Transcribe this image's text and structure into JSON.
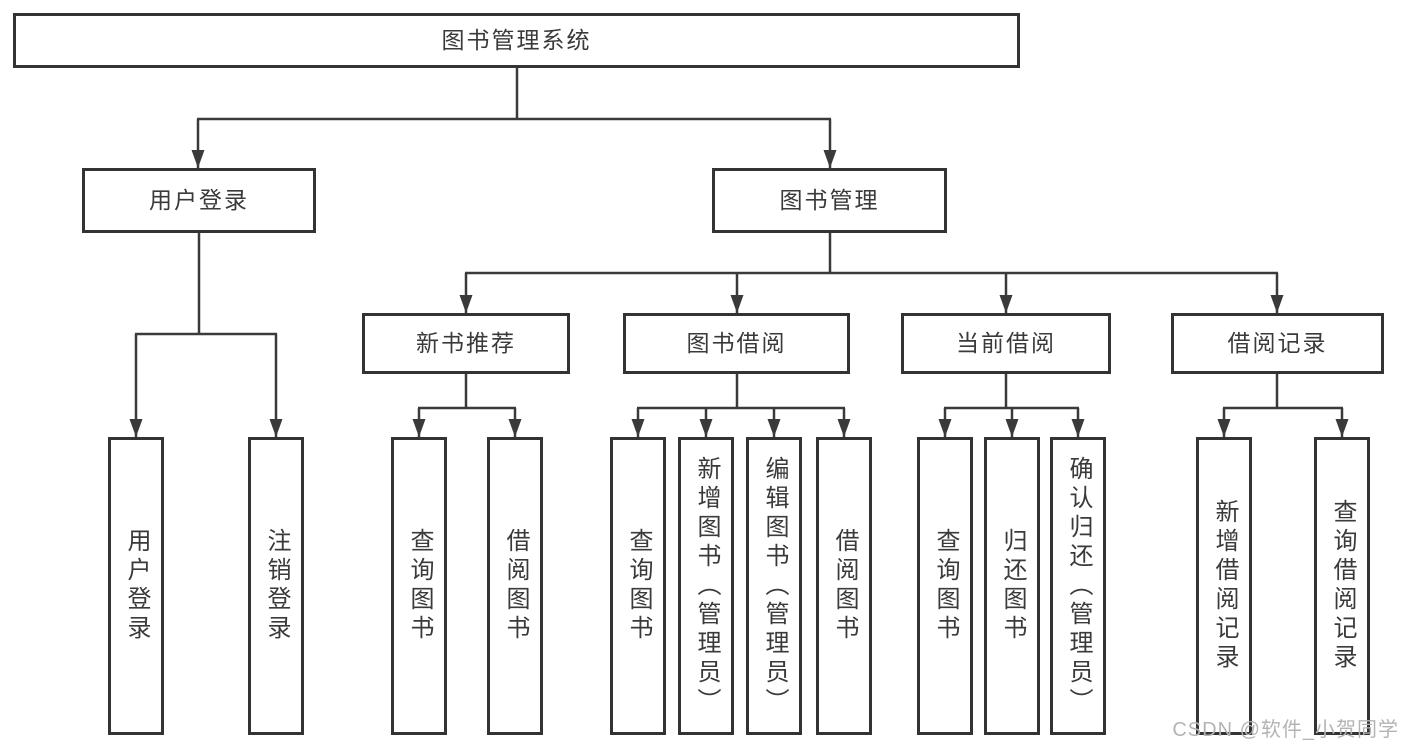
{
  "tree": {
    "root": {
      "label": "图书管理系统"
    },
    "branches": [
      {
        "label": "用户登录",
        "children": [
          {
            "label": "用户登录"
          },
          {
            "label": "注销登录"
          }
        ]
      },
      {
        "label": "图书管理",
        "children": [
          {
            "label": "新书推荐",
            "children": [
              {
                "label": "查询图书"
              },
              {
                "label": "借阅图书"
              }
            ]
          },
          {
            "label": "图书借阅",
            "children": [
              {
                "label": "查询图书"
              },
              {
                "label": "新增图书（管理员）"
              },
              {
                "label": "编辑图书（管理员）"
              },
              {
                "label": "借阅图书"
              }
            ]
          },
          {
            "label": "当前借阅",
            "children": [
              {
                "label": "查询图书"
              },
              {
                "label": "归还图书"
              },
              {
                "label": "确认归还（管理员）"
              }
            ]
          },
          {
            "label": "借阅记录",
            "children": [
              {
                "label": "新增借阅记录"
              },
              {
                "label": "查询借阅记录"
              }
            ]
          }
        ]
      }
    ]
  },
  "watermark": {
    "text": "CSDN @软件_小贺同学"
  },
  "colors": {
    "line": "#3a3a3a",
    "box_border": "#333333",
    "text": "#3a3a3a",
    "watermark": "#b4b4b4",
    "background": "#ffffff"
  }
}
